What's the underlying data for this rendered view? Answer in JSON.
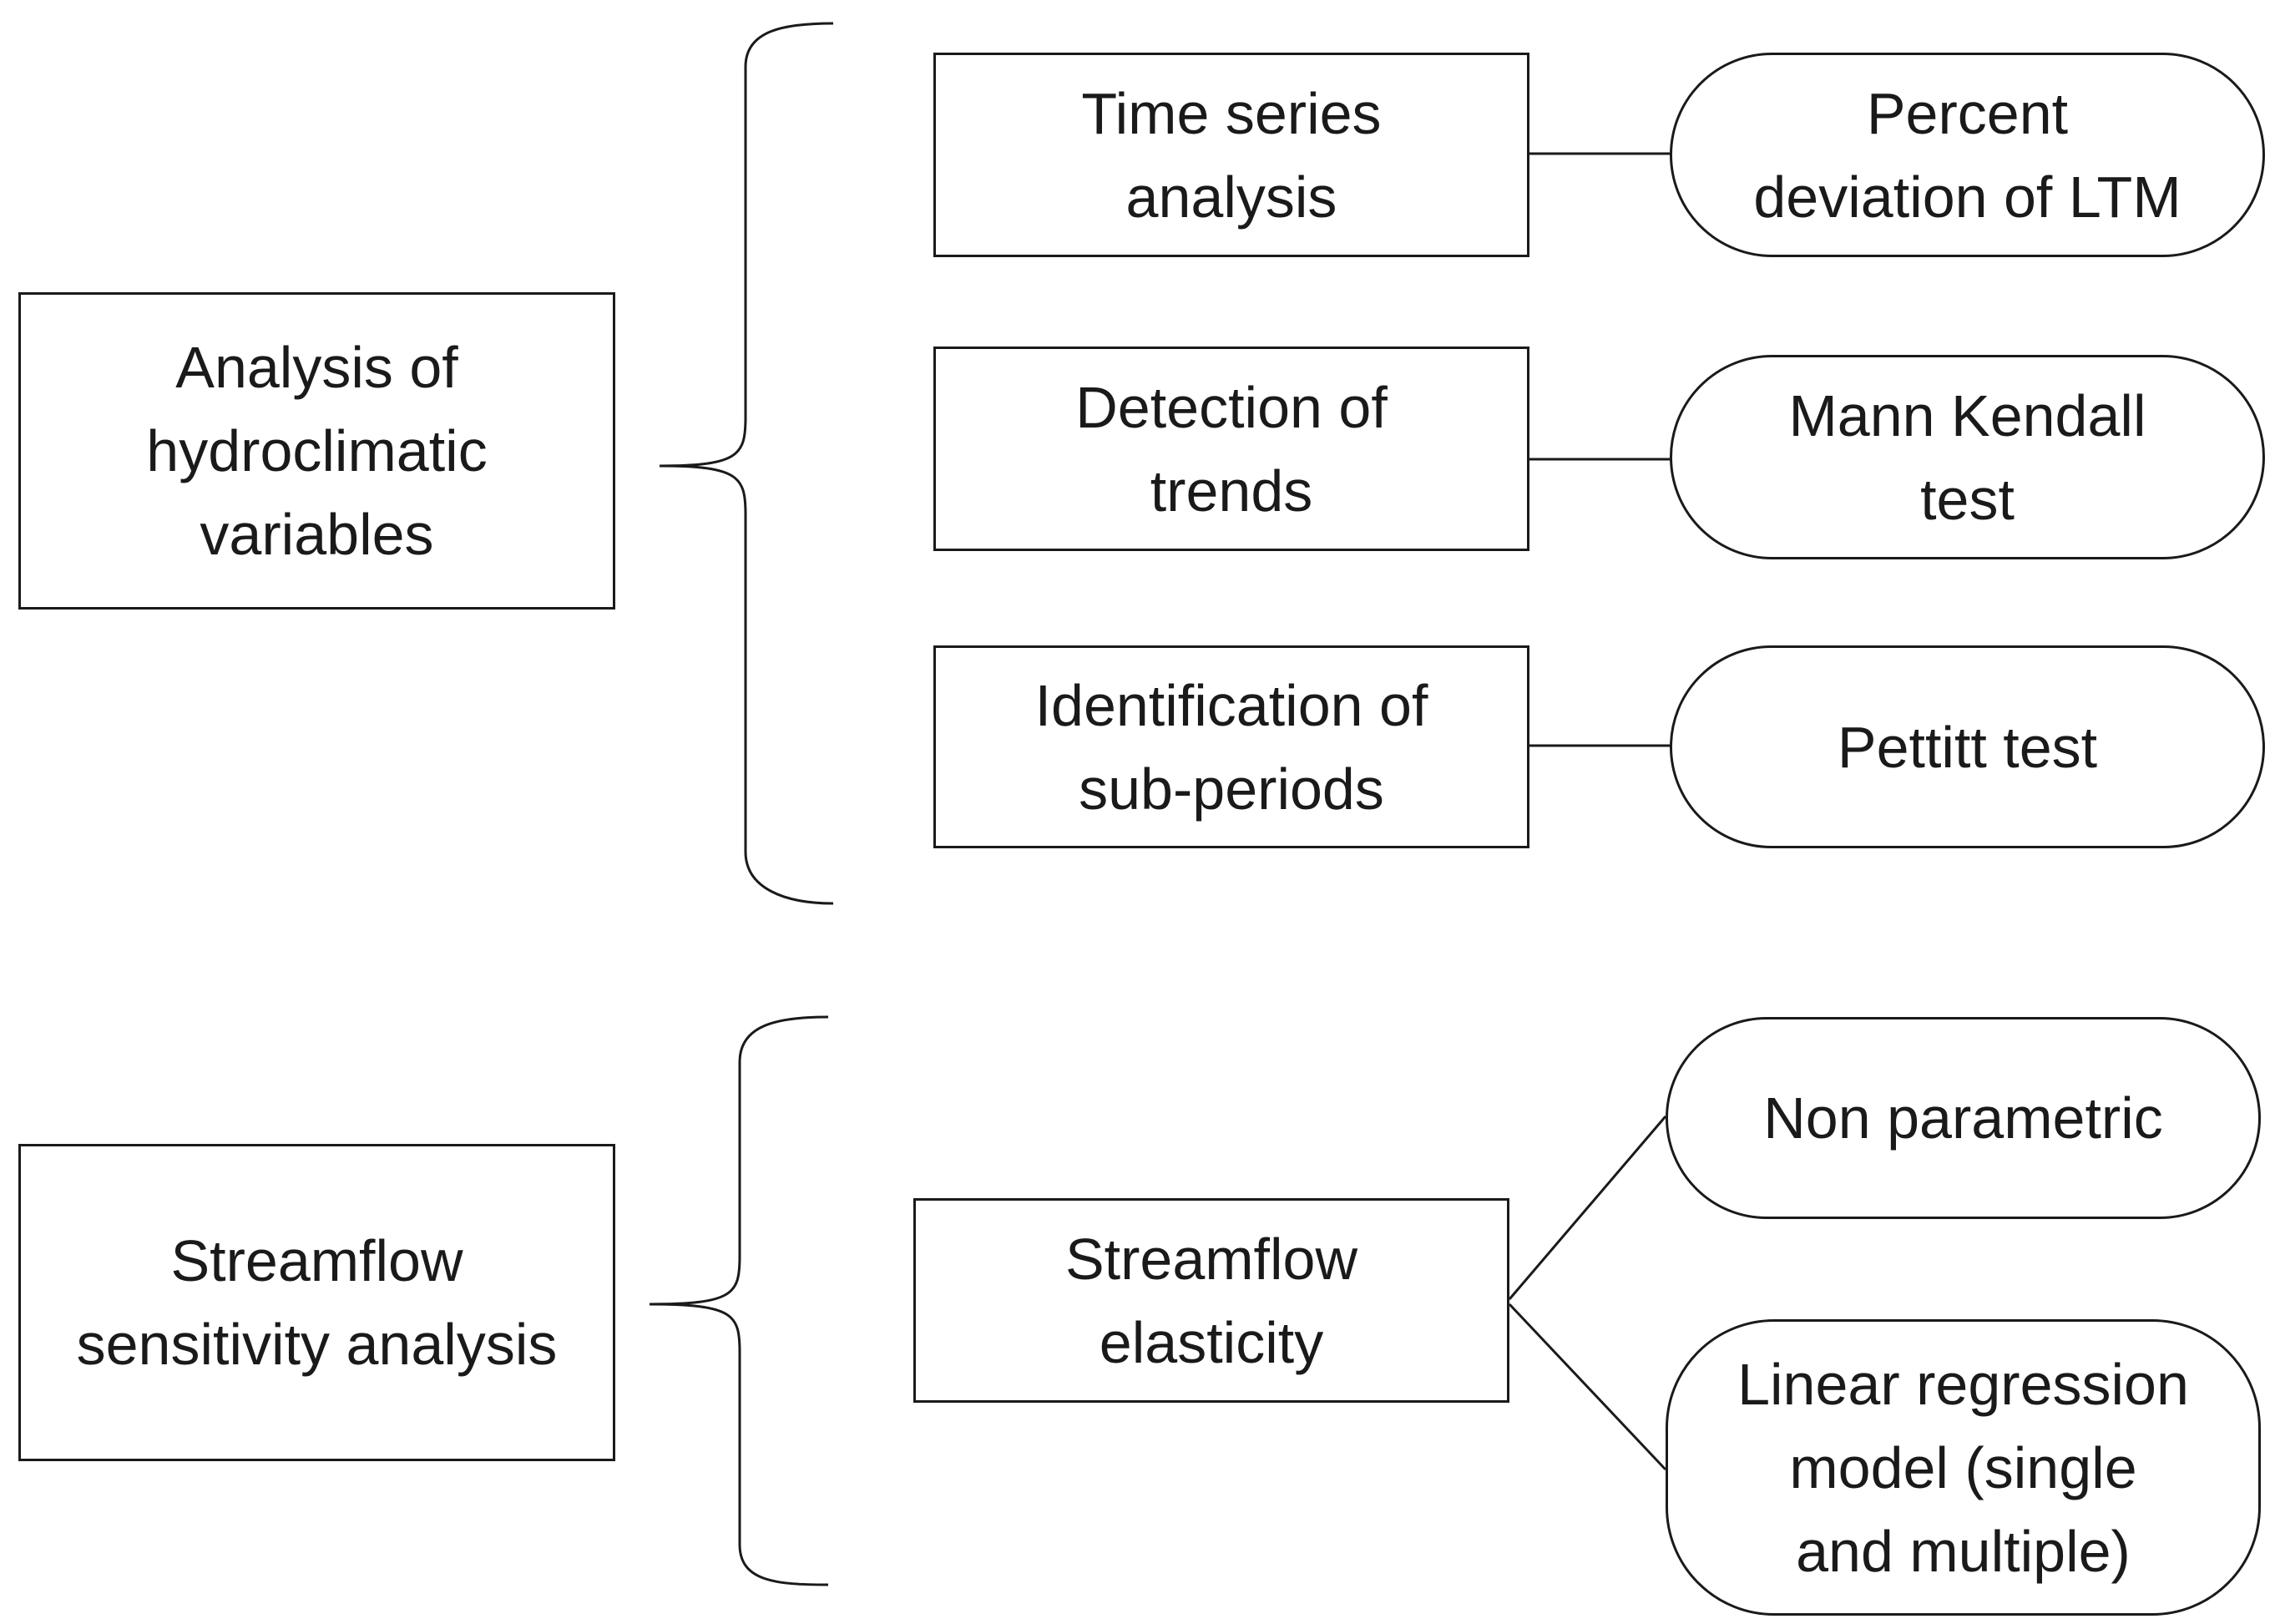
{
  "left_boxes": {
    "analysis": "Analysis of\nhydroclimatic\nvariables",
    "sensitivity": "Streamflow\nsensitivity analysis"
  },
  "method_boxes": {
    "time_series": "Time series\nanalysis",
    "trends": "Detection of\ntrends",
    "sub_periods": "Identification of\nsub-periods",
    "elasticity": "Streamflow\nelasticity"
  },
  "technique_pills": {
    "percent_deviation": "Percent\ndeviation of LTM",
    "mann_kendall": "Mann Kendall\ntest",
    "pettitt": "Pettitt test",
    "non_parametric": "Non parametric",
    "linear_regression": "Linear regression\nmodel (single\nand multiple)"
  }
}
